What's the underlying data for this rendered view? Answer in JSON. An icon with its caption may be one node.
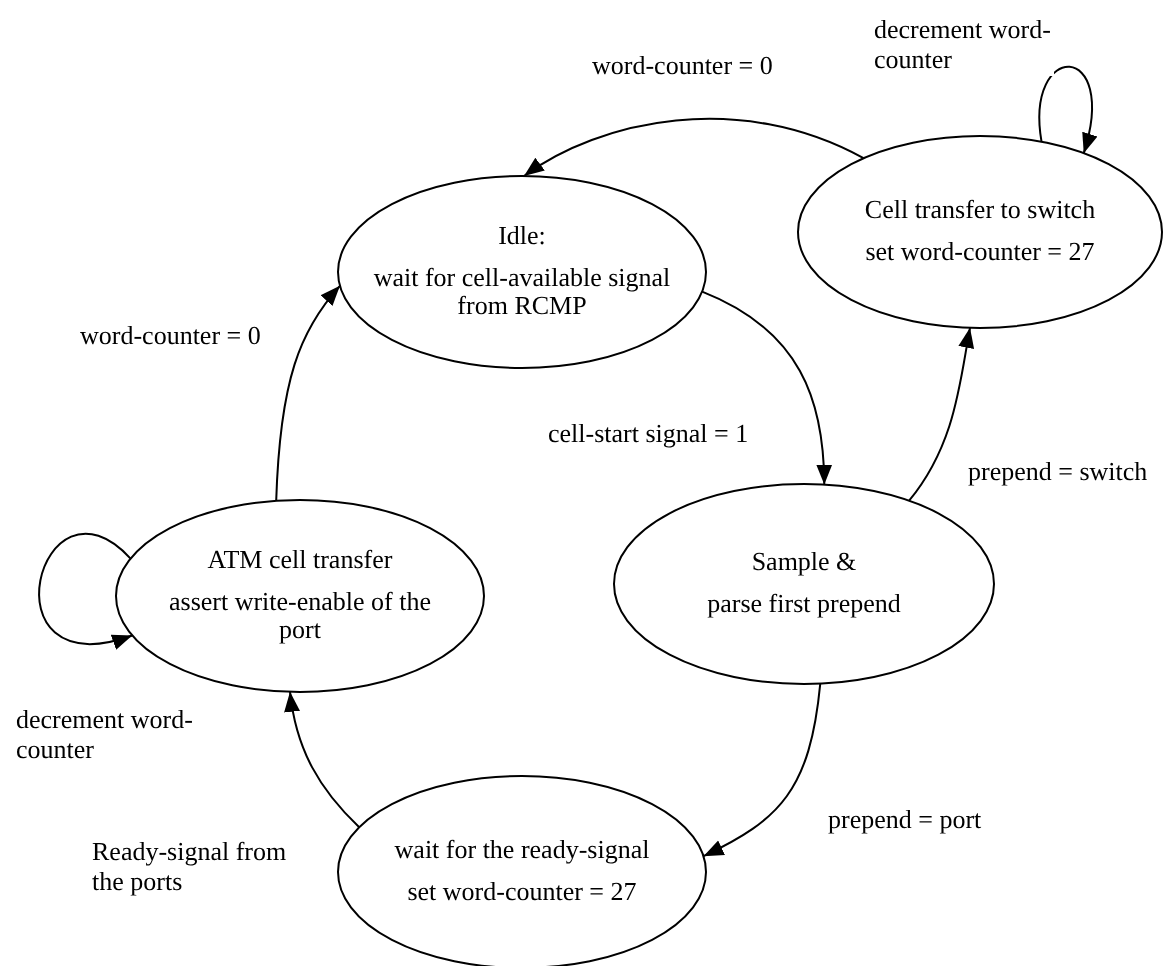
{
  "diagram": {
    "nodes": [
      {
        "text": [
          "Idle:",
          "wait for cell-available signal from RCMP"
        ]
      },
      {
        "text": [
          "Cell transfer to switch",
          "set word-counter = 27"
        ]
      },
      {
        "text": [
          "Sample &",
          "parse first prepend"
        ]
      },
      {
        "text": [
          "ATM cell transfer",
          "assert write-enable of the port"
        ]
      },
      {
        "text": [
          "wait for the ready-signal",
          "set word-counter = 27"
        ]
      }
    ],
    "edges": [
      {
        "from": 0,
        "to": 2,
        "arrow": "to",
        "label": "cell-start signal = 1"
      },
      {
        "from": 2,
        "to": 1,
        "arrow": "to",
        "label": "prepend = switch"
      },
      {
        "from": 1,
        "to": 0,
        "arrow": "to",
        "label": "word-counter = 0"
      },
      {
        "from": 1,
        "to": 1,
        "arrow": "to",
        "label": "decrement word-counter"
      },
      {
        "from": 2,
        "to": 4,
        "arrow": "to",
        "label": "prepend = port"
      },
      {
        "from": 4,
        "to": 3,
        "arrow": "to",
        "label": "Ready-signal from the ports"
      },
      {
        "from": 3,
        "to": 0,
        "arrow": "to",
        "label": "word-counter = 0"
      },
      {
        "from": 3,
        "to": 3,
        "arrow": "to",
        "label": "decrement word-counter"
      }
    ]
  }
}
